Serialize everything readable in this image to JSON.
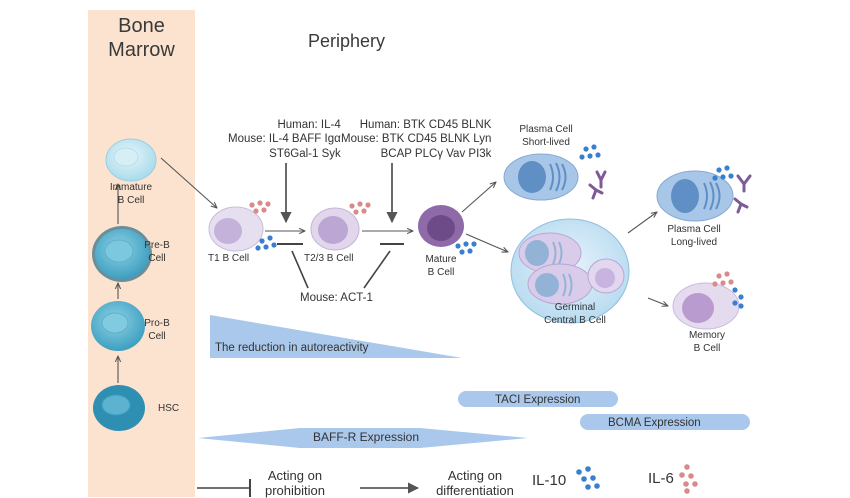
{
  "headings": {
    "bone_marrow": "Bone\nMarrow",
    "periphery": "Periphery"
  },
  "marrow_cells": {
    "immature": "Immature\nB Cell",
    "pre_b": "Pre-B\nCell",
    "pro_b": "Pro-B\nCell",
    "hsc": "HSC"
  },
  "periphery_cells": {
    "t1": "T1 B Cell",
    "t23": "T2/3 B Cell",
    "mature": "Mature\nB Cell",
    "plasma_short": "Plasma Cell\nShort-lived",
    "germinal": "Germinal\nCentral B Cell",
    "plasma_long": "Plasma Cell\nLong-lived",
    "memory": "Memory\nB Cell"
  },
  "signals": {
    "t1_t2": "Human: IL-4\nMouse: IL-4 BAFF Igα\nST6Gal-1 Syk",
    "t2_mature": "Human: BTK  CD45 BLNK\nMouse: BTK CD45 BLNK Lyn\nBCAP PLCγ Vav PI3k",
    "inhibitor": "Mouse: ACT-1"
  },
  "bars": {
    "autoreactivity": "The reduction in autoreactivity",
    "taci": "TACI  Expression",
    "bcma": "BCMA Expression",
    "baffr": "BAFF-R Expression"
  },
  "legend": {
    "inhibit": "Acting on\nprohibition",
    "activate": "Acting on\ndifferentiation",
    "il10": "IL-10",
    "il6": "IL-6"
  },
  "colors": {
    "marrow_bg": "#fbe3cf",
    "marrow_cell": "#5ab6cf",
    "purple_cell": "#c8b8dc",
    "mature_cell": "#7d5a98",
    "plasma_cell": "#a8c6e8",
    "il10_dot": "#3a7fcf",
    "il6_dot": "#d98b8b",
    "bar_blue": "#a9c8ec"
  }
}
